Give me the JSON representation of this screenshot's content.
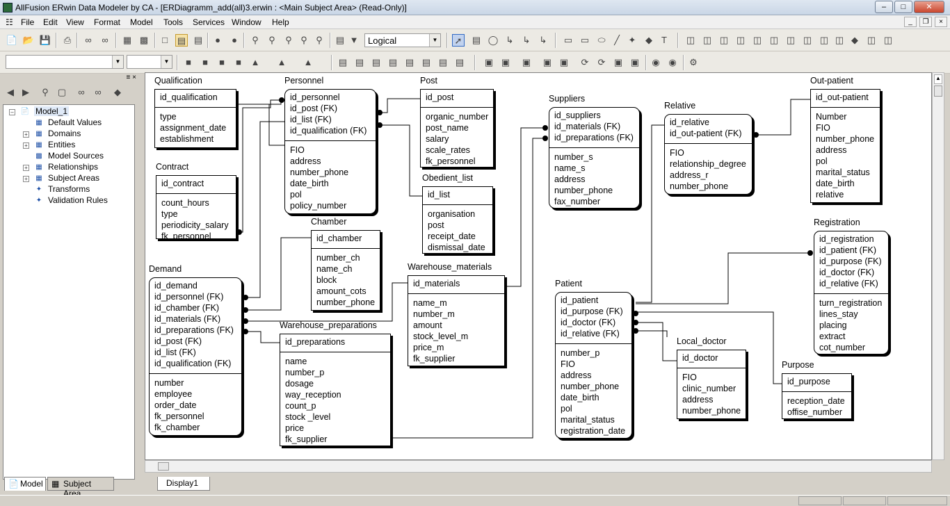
{
  "window": {
    "title": "AllFusion ERwin Data Modeler by CA - [ERDiagramm_add(all)3.erwin : <Main Subject Area> (Read-Only)]"
  },
  "menu": [
    "File",
    "Edit",
    "View",
    "Format",
    "Model",
    "Tools",
    "Services",
    "Window",
    "Help"
  ],
  "toolbar": {
    "view_mode": "Logical"
  },
  "tree": {
    "root": "Model_1",
    "items": [
      "Default Values",
      "Domains",
      "Entities",
      "Model Sources",
      "Relationships",
      "Subject Areas",
      "Transforms",
      "Validation Rules"
    ]
  },
  "bottom_tabs": {
    "model": "Model",
    "subject_area": "Subject Area"
  },
  "sheet_tab": "Display1",
  "entities": {
    "qualification": {
      "name": "Qualification",
      "pk": [
        "id_qualification"
      ],
      "attrs": [
        "type",
        "assignment_date",
        "establishment"
      ]
    },
    "contract": {
      "name": "Contract",
      "pk": [
        "id_contract"
      ],
      "attrs": [
        "count_hours",
        "type",
        "periodicity_salary",
        "fk_personnel"
      ]
    },
    "personnel": {
      "name": "Personnel",
      "pk": [
        "id_personnel",
        "id_post (FK)",
        "id_list (FK)",
        "id_qualification (FK)"
      ],
      "attrs": [
        "FIO",
        "address",
        "number_phone",
        "date_birth",
        "pol",
        "policy_number"
      ]
    },
    "post": {
      "name": "Post",
      "pk": [
        "id_post"
      ],
      "attrs": [
        "organic_number",
        "post_name",
        "salary",
        "scale_rates",
        "fk_personnel"
      ]
    },
    "obedient_list": {
      "name": "Obedient_list",
      "pk": [
        "id_list"
      ],
      "attrs": [
        "organisation",
        "post",
        "receipt_date",
        "dismissal_date"
      ]
    },
    "chamber": {
      "name": "Chamber",
      "pk": [
        "id_chamber"
      ],
      "attrs": [
        "number_ch",
        "name_ch",
        "block",
        "amount_cots",
        "number_phone"
      ]
    },
    "demand": {
      "name": "Demand",
      "pk": [
        "id_demand",
        "id_personnel (FK)",
        "id_chamber (FK)",
        "id_materials (FK)",
        "id_preparations (FK)",
        "id_post (FK)",
        "id_list (FK)",
        "id_qualification (FK)"
      ],
      "attrs": [
        "number",
        "employee",
        "order_date",
        "fk_personnel",
        "fk_chamber"
      ]
    },
    "warehouse_preparations": {
      "name": "Warehouse_preparations",
      "pk": [
        "id_preparations"
      ],
      "attrs": [
        "name",
        "number_p",
        "dosage",
        "way_reception",
        "count_p",
        "stock _level",
        "price",
        "fk_supplier"
      ]
    },
    "warehouse_materials": {
      "name": "Warehouse_materials",
      "pk": [
        "id_materials"
      ],
      "attrs": [
        "name_m",
        "number_m",
        "amount",
        "stock_level_m",
        "price_m",
        "fk_supplier"
      ]
    },
    "suppliers": {
      "name": "Suppliers",
      "pk": [
        "id_suppliers",
        "id_materials (FK)",
        "id_preparations (FK)"
      ],
      "attrs": [
        "number_s",
        "name_s",
        "address",
        "number_phone",
        "fax_number"
      ]
    },
    "relative": {
      "name": "Relative",
      "pk": [
        "id_relative",
        "id_out-patient (FK)"
      ],
      "attrs": [
        "FIO",
        "relationship_degree",
        "address_r",
        "number_phone"
      ]
    },
    "out_patient": {
      "name": "Out-patient",
      "pk": [
        "id_out-patient"
      ],
      "attrs": [
        "Number",
        "FIO",
        "number_phone",
        "address",
        "pol",
        "marital_status",
        "date_birth",
        "relative"
      ]
    },
    "registration": {
      "name": "Registration",
      "pk": [
        "id_registration",
        "id_patient (FK)",
        "id_purpose (FK)",
        "id_doctor (FK)",
        "id_relative (FK)"
      ],
      "attrs": [
        "turn_registration",
        "lines_stay",
        "placing",
        "extract",
        "cot_number"
      ]
    },
    "patient": {
      "name": "Patient",
      "pk": [
        "id_patient",
        "id_purpose (FK)",
        "id_doctor (FK)",
        "id_relative (FK)"
      ],
      "attrs": [
        "number_p",
        "FIO",
        "address",
        "number_phone",
        "date_birth",
        "pol",
        "marital_status",
        "registration_date"
      ]
    },
    "local_doctor": {
      "name": "Local_doctor",
      "pk": [
        "id_doctor"
      ],
      "attrs": [
        "FIO",
        "clinic_number",
        "address",
        "number_phone"
      ]
    },
    "purpose": {
      "name": "Purpose",
      "pk": [
        "id_purpose"
      ],
      "attrs": [
        "reception_date",
        "offise_number"
      ]
    }
  }
}
